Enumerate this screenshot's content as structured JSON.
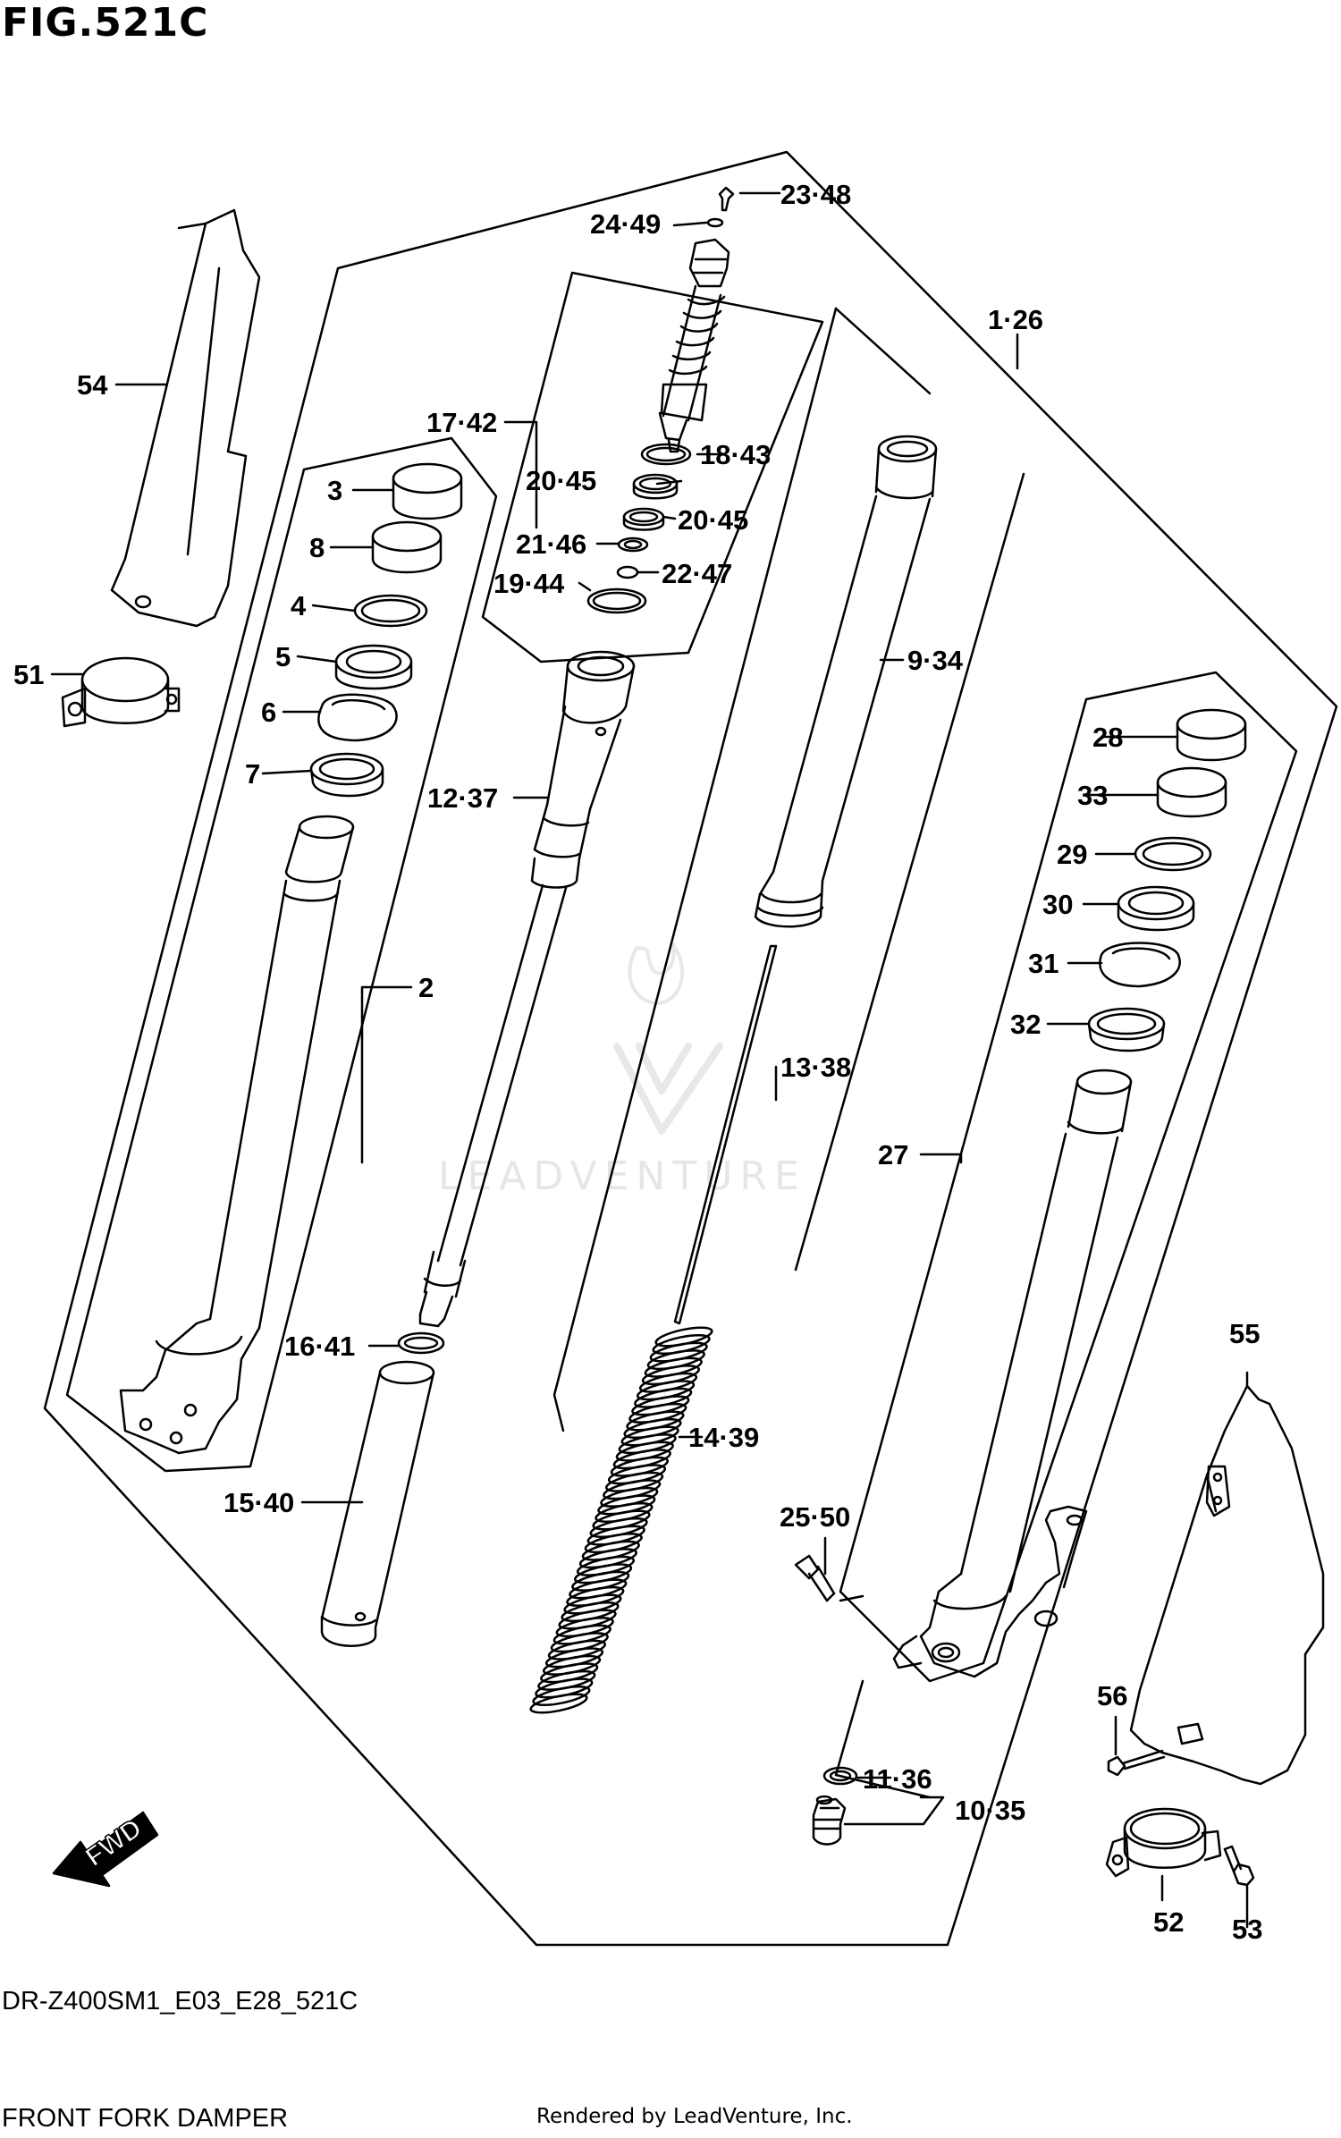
{
  "header": {
    "figure_title": "FIG.521C"
  },
  "footer": {
    "model_code": "DR-Z400SM1_E03_E28_521C",
    "diagram_name": "FRONT FORK DAMPER",
    "render_credit": "Rendered by LeadVenture, Inc."
  },
  "watermark": {
    "text": "LEADVENTURE"
  },
  "direction_arrow": {
    "label": "FWD"
  },
  "callouts": [
    {
      "id": "c-23-48",
      "label": "23·48"
    },
    {
      "id": "c-24-49",
      "label": "24·49"
    },
    {
      "id": "c-1-26",
      "label": "1·26"
    },
    {
      "id": "c-54",
      "label": "54"
    },
    {
      "id": "c-17-42",
      "label": "17·42"
    },
    {
      "id": "c-18-43",
      "label": "18·43"
    },
    {
      "id": "c-20-45a",
      "label": "20·45"
    },
    {
      "id": "c-20-45b",
      "label": "20·45"
    },
    {
      "id": "c-21-46",
      "label": "21·46"
    },
    {
      "id": "c-22-47",
      "label": "22·47"
    },
    {
      "id": "c-19-44",
      "label": "19·44"
    },
    {
      "id": "c-3",
      "label": "3"
    },
    {
      "id": "c-8",
      "label": "8"
    },
    {
      "id": "c-4",
      "label": "4"
    },
    {
      "id": "c-5",
      "label": "5"
    },
    {
      "id": "c-6",
      "label": "6"
    },
    {
      "id": "c-7",
      "label": "7"
    },
    {
      "id": "c-51",
      "label": "51"
    },
    {
      "id": "c-9-34",
      "label": "9·34"
    },
    {
      "id": "c-12-37",
      "label": "12·37"
    },
    {
      "id": "c-28",
      "label": "28"
    },
    {
      "id": "c-33",
      "label": "33"
    },
    {
      "id": "c-29",
      "label": "29"
    },
    {
      "id": "c-30",
      "label": "30"
    },
    {
      "id": "c-31",
      "label": "31"
    },
    {
      "id": "c-32",
      "label": "32"
    },
    {
      "id": "c-2",
      "label": "2"
    },
    {
      "id": "c-13-38",
      "label": "13·38"
    },
    {
      "id": "c-27",
      "label": "27"
    },
    {
      "id": "c-16-41",
      "label": "16·41"
    },
    {
      "id": "c-55",
      "label": "55"
    },
    {
      "id": "c-14-39",
      "label": "14·39"
    },
    {
      "id": "c-15-40",
      "label": "15·40"
    },
    {
      "id": "c-25-50",
      "label": "25·50"
    },
    {
      "id": "c-56",
      "label": "56"
    },
    {
      "id": "c-11-36",
      "label": "11·36"
    },
    {
      "id": "c-10-35",
      "label": "10·35"
    },
    {
      "id": "c-52",
      "label": "52"
    },
    {
      "id": "c-53",
      "label": "53"
    }
  ]
}
